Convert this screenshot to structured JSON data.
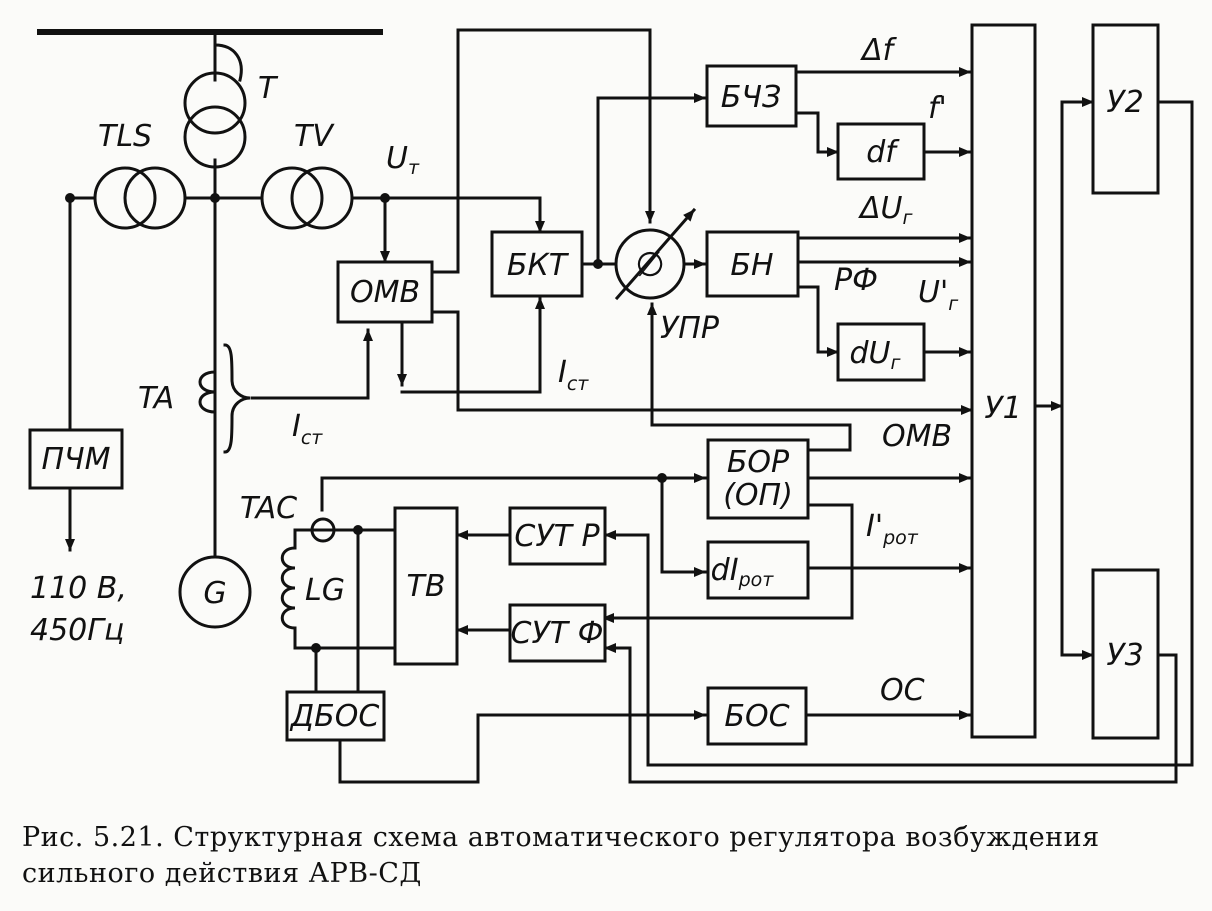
{
  "diagram": {
    "blocks": {
      "bchz": "БЧЗ",
      "df": "df",
      "bkt": "БКТ",
      "bn": "БН",
      "dug": "dU",
      "omv": "ОМВ",
      "bor_1": "БОР",
      "bor_2": "(ОП)",
      "sutr": "СУТ Р",
      "sutf": "СУТ Ф",
      "di_main": "dI",
      "di_sub": "рот",
      "bos": "БОС",
      "dbos": "ДБОС",
      "tv_block": "ТВ",
      "u1": "У1",
      "u2": "У2",
      "u3": "У3",
      "pchm": "ПЧМ",
      "g": "G",
      "lg": "LG",
      "phase_symbol": "∅"
    },
    "labels": {
      "t": "T",
      "tls": "TLS",
      "tv": "TV",
      "ta": "TA",
      "tac": "TAC",
      "ut_main": "U",
      "ut_sub": "т",
      "ist1_main": "I",
      "ist1_sub": "ст",
      "ist2_main": "I",
      "ist2_sub": "ст",
      "delta_f": "Δf",
      "f_prime": "f'",
      "delta_ug_main": "ΔU",
      "delta_ug_sub": "г",
      "rf": "РФ",
      "ug_prime_main": "U'",
      "ug_prime_sub": "г",
      "upr": "УПР",
      "omv_in": "ОМВ",
      "irot_main": "I'",
      "irot_sub": "рот",
      "os": "ОС",
      "v110": "110 В,",
      "hz450": "450Гц"
    }
  },
  "caption": "Рис. 5.21. Структурная схема автоматического регулятора возбуждения сильного действия АРВ-СД"
}
